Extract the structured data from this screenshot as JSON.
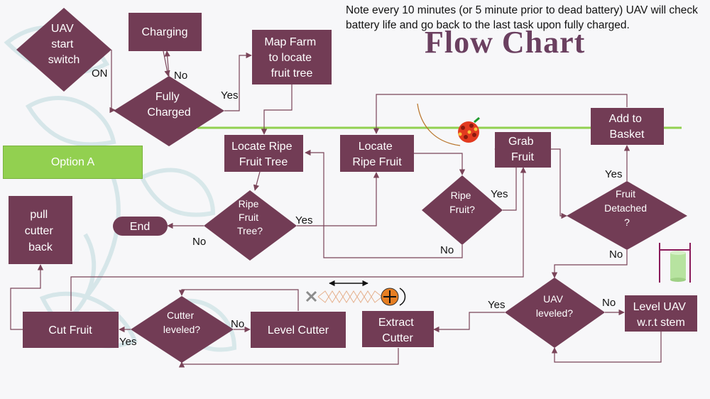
{
  "colors": {
    "node_fill": "#723c55",
    "edge": "#7a4459",
    "accent_line": "#92d050",
    "option_fill": "#92d050"
  },
  "note": "Note every 10 minutes (or 5 minute prior to dead battery) UAV will check battery life and go back to the last task upon fully charged.",
  "title": "Flow Chart",
  "option_label": "Option A",
  "nodes": {
    "uav_start": [
      "UAV",
      "start",
      "switch"
    ],
    "charging": [
      "Charging"
    ],
    "fully_charged": [
      "Fully",
      "Charged"
    ],
    "map_farm": [
      "Map Farm",
      "to locate",
      "fruit tree"
    ],
    "locate_ripe_tree": [
      "Locate Ripe",
      "Fruit Tree"
    ],
    "locate_ripe_fruit": [
      "Locate",
      "Ripe Fruit"
    ],
    "grab_fruit": [
      "Grab",
      "Fruit"
    ],
    "add_basket": [
      "Add to",
      "Basket"
    ],
    "ripe_tree_q": [
      "Ripe",
      "Fruit",
      "Tree?"
    ],
    "ripe_fruit_q": [
      "Ripe",
      "Fruit?"
    ],
    "fruit_detached_q": [
      "Fruit",
      "Detached",
      "?"
    ],
    "end": [
      "End"
    ],
    "pull_cutter": [
      "pull",
      "cutter",
      "back"
    ],
    "cut_fruit": [
      "Cut Fruit"
    ],
    "cutter_leveled_q": [
      "Cutter",
      "leveled?"
    ],
    "level_cutter": [
      "Level Cutter"
    ],
    "extract_cutter": [
      "Extract",
      "Cutter"
    ],
    "uav_leveled_q": [
      "UAV",
      "leveled?"
    ],
    "level_uav": [
      "Level UAV",
      "w.r.t stem"
    ]
  },
  "edge_labels": {
    "on": "ON",
    "no_charge": "No",
    "yes_charged": "Yes",
    "yes_ripe_tree": "Yes",
    "no_ripe_tree": "No",
    "yes_ripe_fruit": "Yes",
    "no_ripe_fruit": "No",
    "yes_detached": "Yes",
    "no_detached": "No",
    "yes_uav_level": "Yes",
    "no_uav_level": "No",
    "no_cutter_level": "No",
    "yes_cutter_level": "Yes"
  },
  "icons": [
    "fruit-cluster-icon",
    "cutter-mechanism-icon",
    "basket-cylinder-icon"
  ]
}
